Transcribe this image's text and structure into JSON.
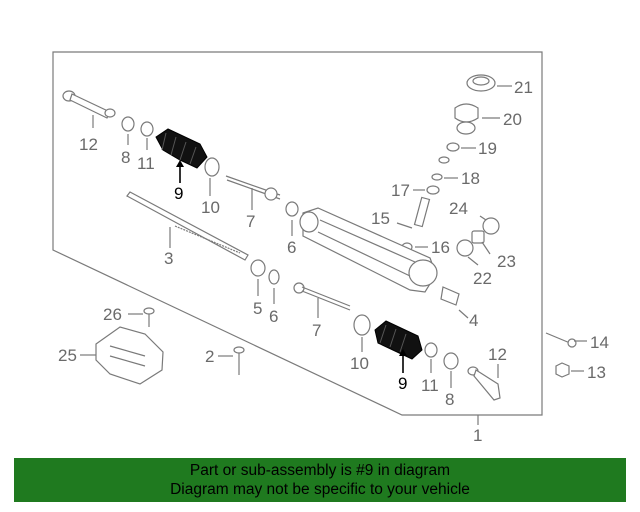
{
  "callouts": {
    "c1": "1",
    "c2": "2",
    "c3": "3",
    "c4": "4",
    "c5": "5",
    "c6a": "6",
    "c6b": "6",
    "c7a": "7",
    "c7b": "7",
    "c8a": "8",
    "c8b": "8",
    "c9a": "9",
    "c9b": "9",
    "c10a": "10",
    "c10b": "10",
    "c11a": "11",
    "c11b": "11",
    "c12a": "12",
    "c12b": "12",
    "c13": "13",
    "c14": "14",
    "c15": "15",
    "c16": "16",
    "c17": "17",
    "c18": "18",
    "c19": "19",
    "c20": "20",
    "c21": "21",
    "c22": "22",
    "c23": "23",
    "c24": "24",
    "c25": "25",
    "c26": "26"
  },
  "banner": {
    "line1": "Part or sub-assembly is #9 in diagram",
    "line2": "Diagram may not be specific to your vehicle"
  },
  "colors": {
    "banner_bg": "#1f7a1f",
    "highlight": "#000000",
    "line_art": "#7a7a7a"
  }
}
